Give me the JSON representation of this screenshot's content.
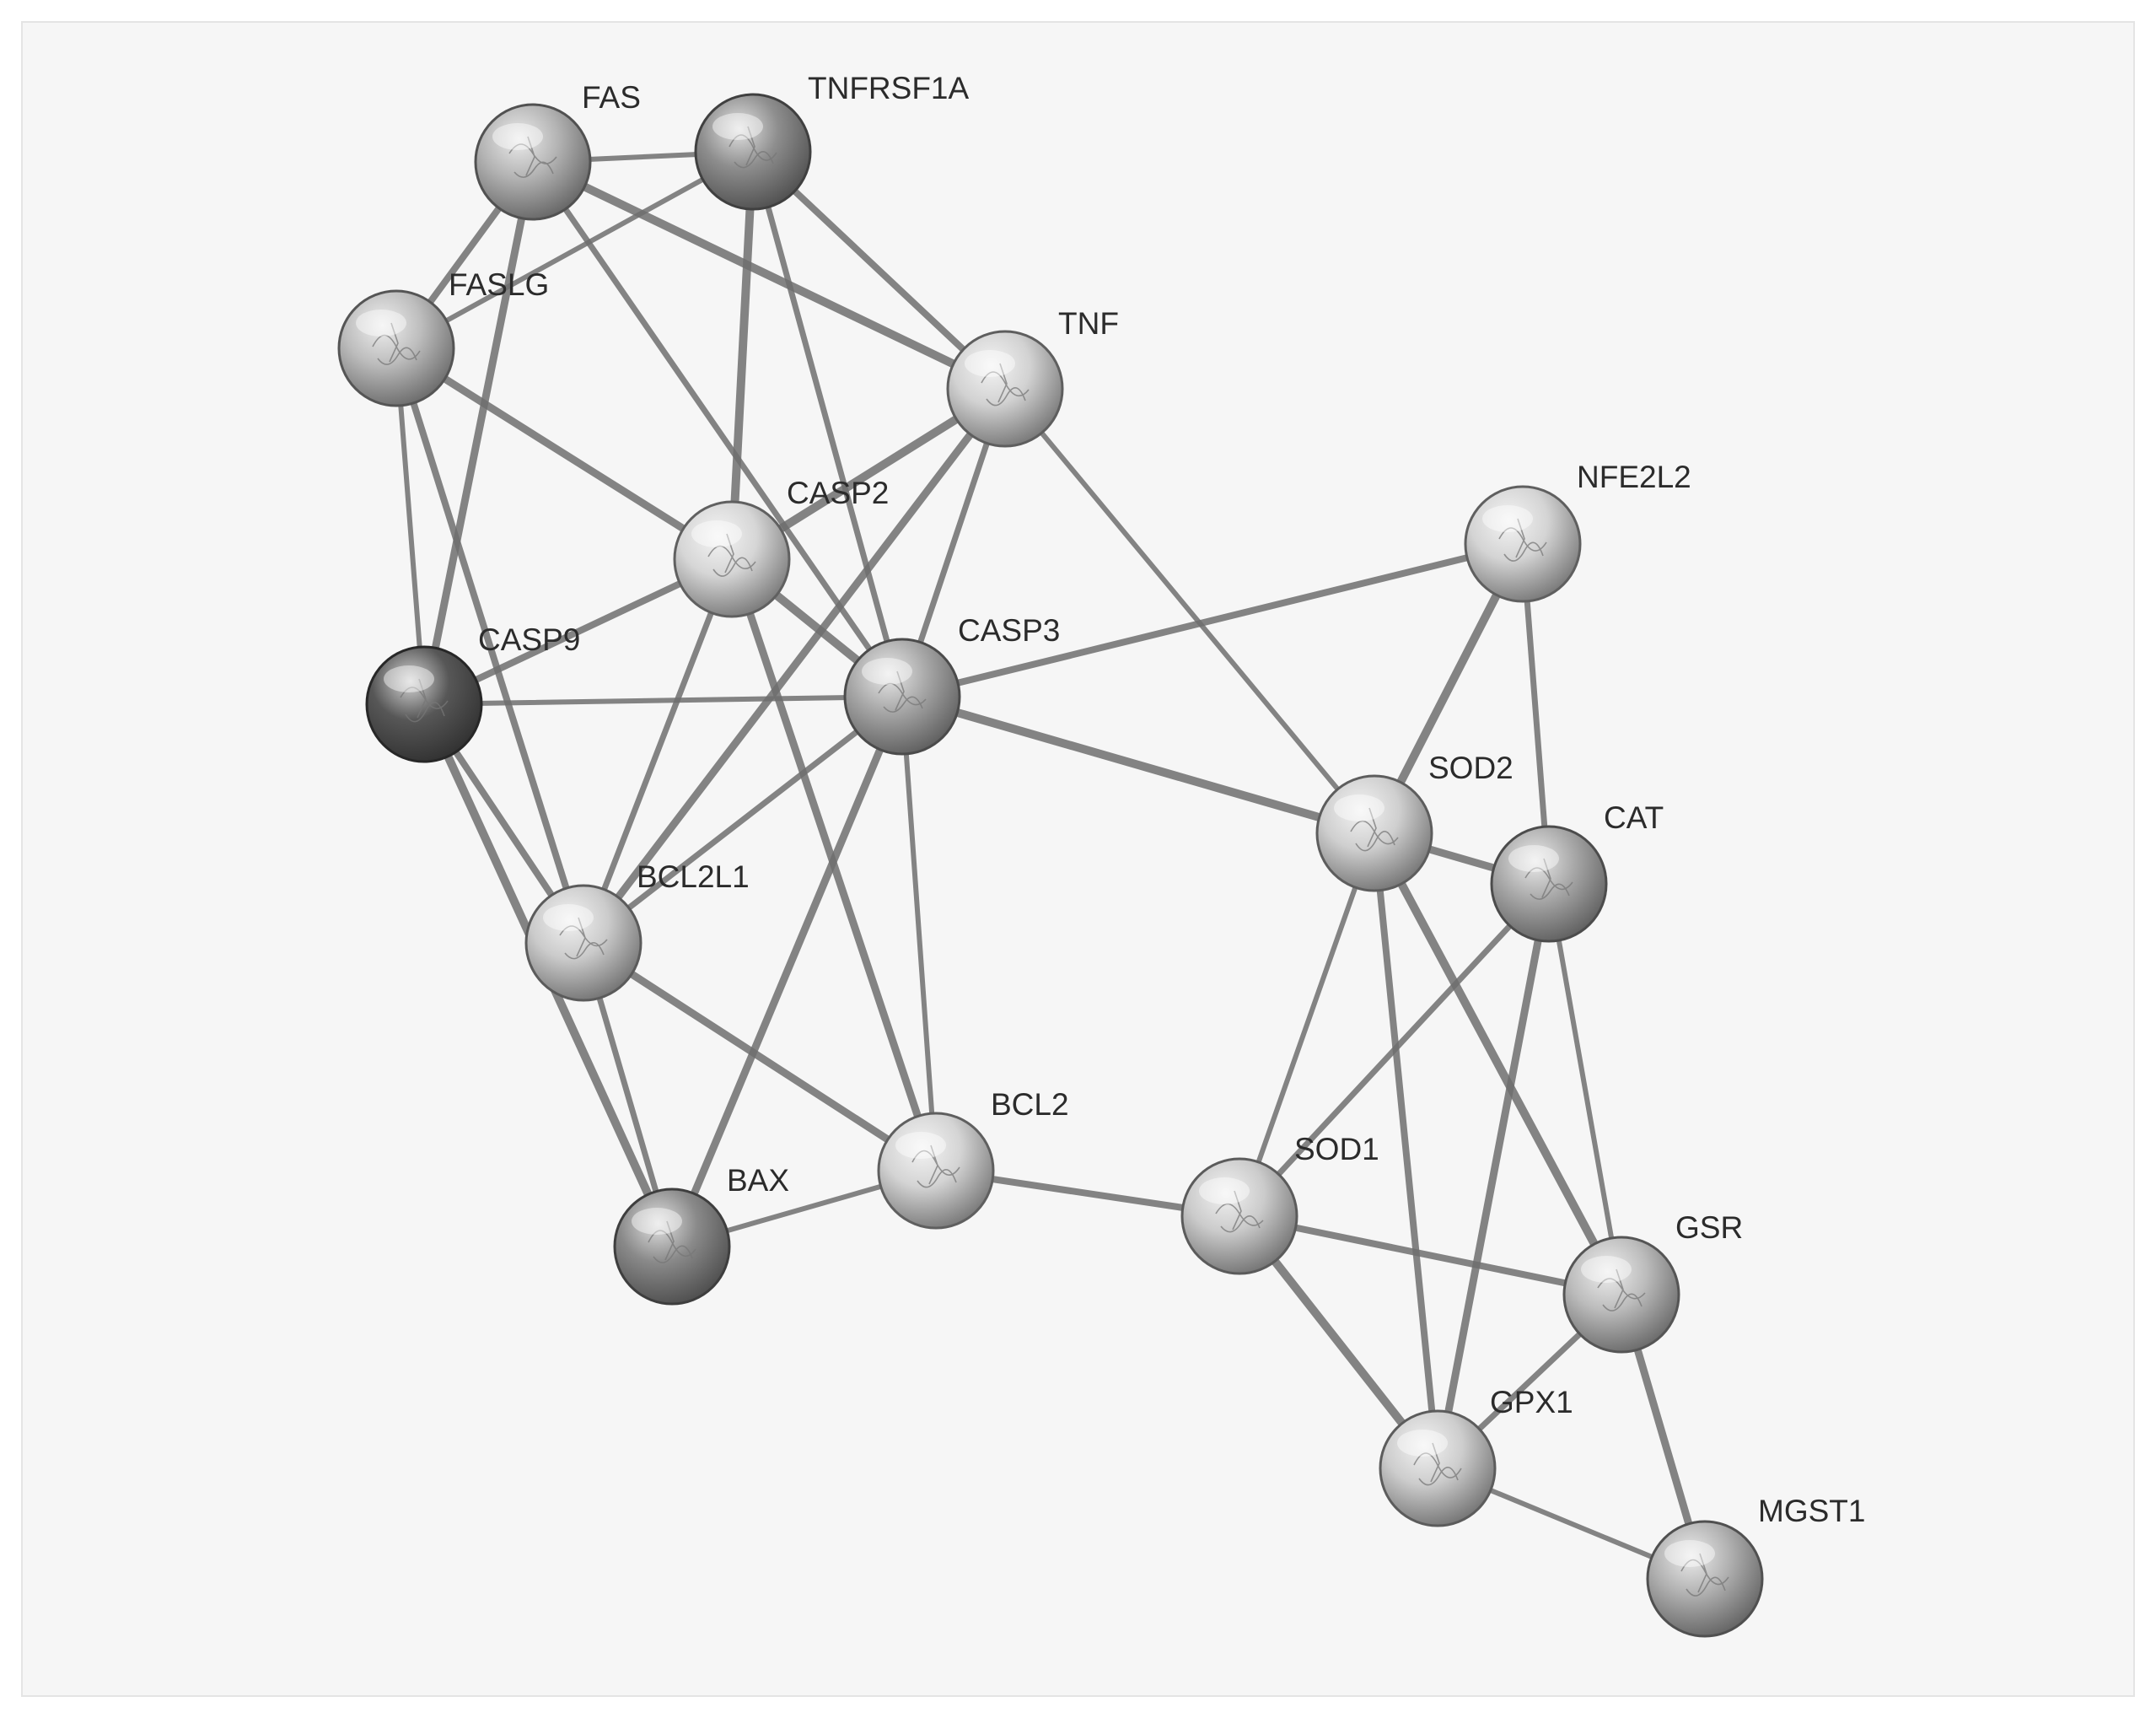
{
  "network": {
    "colors": {
      "background": "#f6f6f6",
      "panel_border": "#e4e4e4",
      "edge": "#6f6f6f",
      "label": "#2b2b2b"
    },
    "nodes": [
      {
        "id": "FAS",
        "label": "FAS",
        "shade": "#b4b4b4"
      },
      {
        "id": "TNFRSF1A",
        "label": "TNFRSF1A",
        "shade": "#8e8e8e"
      },
      {
        "id": "FASLG",
        "label": "FASLG",
        "shade": "#bdbdbd"
      },
      {
        "id": "TNF",
        "label": "TNF",
        "shade": "#d2d2d2"
      },
      {
        "id": "CASP2",
        "label": "CASP2",
        "shade": "#d6d6d6"
      },
      {
        "id": "CASP9",
        "label": "CASP9",
        "shade": "#575757"
      },
      {
        "id": "CASP3",
        "label": "CASP3",
        "shade": "#a7a7a7"
      },
      {
        "id": "BCL2L1",
        "label": "BCL2L1",
        "shade": "#cbcbcb"
      },
      {
        "id": "BAX",
        "label": "BAX",
        "shade": "#8a8a8a"
      },
      {
        "id": "BCL2",
        "label": "BCL2",
        "shade": "#d4d4d4"
      },
      {
        "id": "NFE2L2",
        "label": "NFE2L2",
        "shade": "#d4d4d4"
      },
      {
        "id": "SOD2",
        "label": "SOD2",
        "shade": "#cfcfcf"
      },
      {
        "id": "CAT",
        "label": "CAT",
        "shade": "#a9a9a9"
      },
      {
        "id": "SOD1",
        "label": "SOD1",
        "shade": "#cbcbcb"
      },
      {
        "id": "GSR",
        "label": "GSR",
        "shade": "#bcbcbc"
      },
      {
        "id": "GPX1",
        "label": "GPX1",
        "shade": "#cdcdcd"
      },
      {
        "id": "MGST1",
        "label": "MGST1",
        "shade": "#b1b1b1"
      }
    ],
    "edges": [
      [
        "FAS",
        "TNFRSF1A"
      ],
      [
        "FAS",
        "FASLG"
      ],
      [
        "FAS",
        "TNF"
      ],
      [
        "FAS",
        "CASP3"
      ],
      [
        "FAS",
        "CASP9"
      ],
      [
        "TNFRSF1A",
        "FASLG"
      ],
      [
        "TNFRSF1A",
        "TNF"
      ],
      [
        "TNFRSF1A",
        "CASP2"
      ],
      [
        "TNFRSF1A",
        "CASP3"
      ],
      [
        "FASLG",
        "CASP2"
      ],
      [
        "FASLG",
        "CASP9"
      ],
      [
        "FASLG",
        "BCL2L1"
      ],
      [
        "TNF",
        "CASP2"
      ],
      [
        "TNF",
        "CASP3"
      ],
      [
        "TNF",
        "BCL2L1"
      ],
      [
        "TNF",
        "SOD2"
      ],
      [
        "CASP2",
        "CASP9"
      ],
      [
        "CASP2",
        "CASP3"
      ],
      [
        "CASP2",
        "BCL2L1"
      ],
      [
        "CASP2",
        "BCL2"
      ],
      [
        "CASP9",
        "CASP3"
      ],
      [
        "CASP9",
        "BCL2L1"
      ],
      [
        "CASP9",
        "BAX"
      ],
      [
        "CASP3",
        "BCL2L1"
      ],
      [
        "CASP3",
        "BAX"
      ],
      [
        "CASP3",
        "BCL2"
      ],
      [
        "CASP3",
        "NFE2L2"
      ],
      [
        "CASP3",
        "SOD2"
      ],
      [
        "BCL2L1",
        "BAX"
      ],
      [
        "BCL2L1",
        "BCL2"
      ],
      [
        "BAX",
        "BCL2"
      ],
      [
        "BCL2",
        "SOD1"
      ],
      [
        "NFE2L2",
        "SOD2"
      ],
      [
        "NFE2L2",
        "CAT"
      ],
      [
        "SOD2",
        "CAT"
      ],
      [
        "SOD2",
        "SOD1"
      ],
      [
        "SOD2",
        "GPX1"
      ],
      [
        "SOD2",
        "GSR"
      ],
      [
        "CAT",
        "SOD1"
      ],
      [
        "CAT",
        "GPX1"
      ],
      [
        "CAT",
        "GSR"
      ],
      [
        "SOD1",
        "GSR"
      ],
      [
        "SOD1",
        "GPX1"
      ],
      [
        "GSR",
        "GPX1"
      ],
      [
        "GSR",
        "MGST1"
      ],
      [
        "GPX1",
        "MGST1"
      ]
    ]
  }
}
